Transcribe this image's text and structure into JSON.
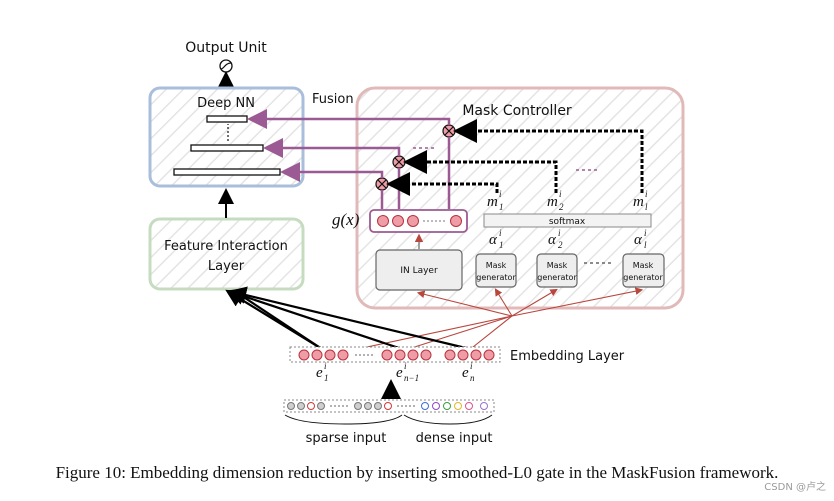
{
  "labels": {
    "output_unit": "Output Unit",
    "deep_nn": "Deep NN",
    "fusion": "Fusion",
    "mask_controller": "Mask Controller",
    "feature_interaction_1": "Feature Interaction",
    "feature_interaction_2": "Layer",
    "g_x": "g(x)",
    "in_layer": "IN Layer",
    "mask_generator_1": "Mask",
    "mask_generator_2": "generator",
    "softmax": "softmax",
    "embedding_layer": "Embedding Layer",
    "sparse_input": "sparse input",
    "dense_input": "dense input",
    "m1": "m",
    "m1_sup": "i",
    "m1_sub": "1",
    "m2": "m",
    "m2_sup": "i",
    "m2_sub": "2",
    "ml": "m",
    "ml_sup": "i",
    "ml_sub": "l",
    "a1": "α",
    "a1_sup": "i",
    "a1_sub": "1",
    "a2": "α",
    "a2_sup": "i",
    "a2_sub": "2",
    "al": "α",
    "al_sup": "i",
    "al_sub": "l",
    "e1": "e",
    "e1_sup": "i",
    "e1_sub": "1",
    "en1": "e",
    "en1_sup": "i",
    "en1_sub": "n−1",
    "en": "e",
    "en_sup": "i",
    "en_sub": "n"
  },
  "caption": "Figure 10: Embedding dimension reduction by inserting smoothed-L0 gate in the MaskFusion framework.",
  "watermark": "CSDN @卢之",
  "colors": {
    "deep_nn_border": "#a8bedb",
    "feature_border": "#c5dcc0",
    "mask_controller_border": "#e2b9b9",
    "node_fill": "#ee9da6",
    "node_stroke": "#b8323e",
    "purple_arrow": "#9b5a93",
    "red_arrow": "#b8473e"
  }
}
